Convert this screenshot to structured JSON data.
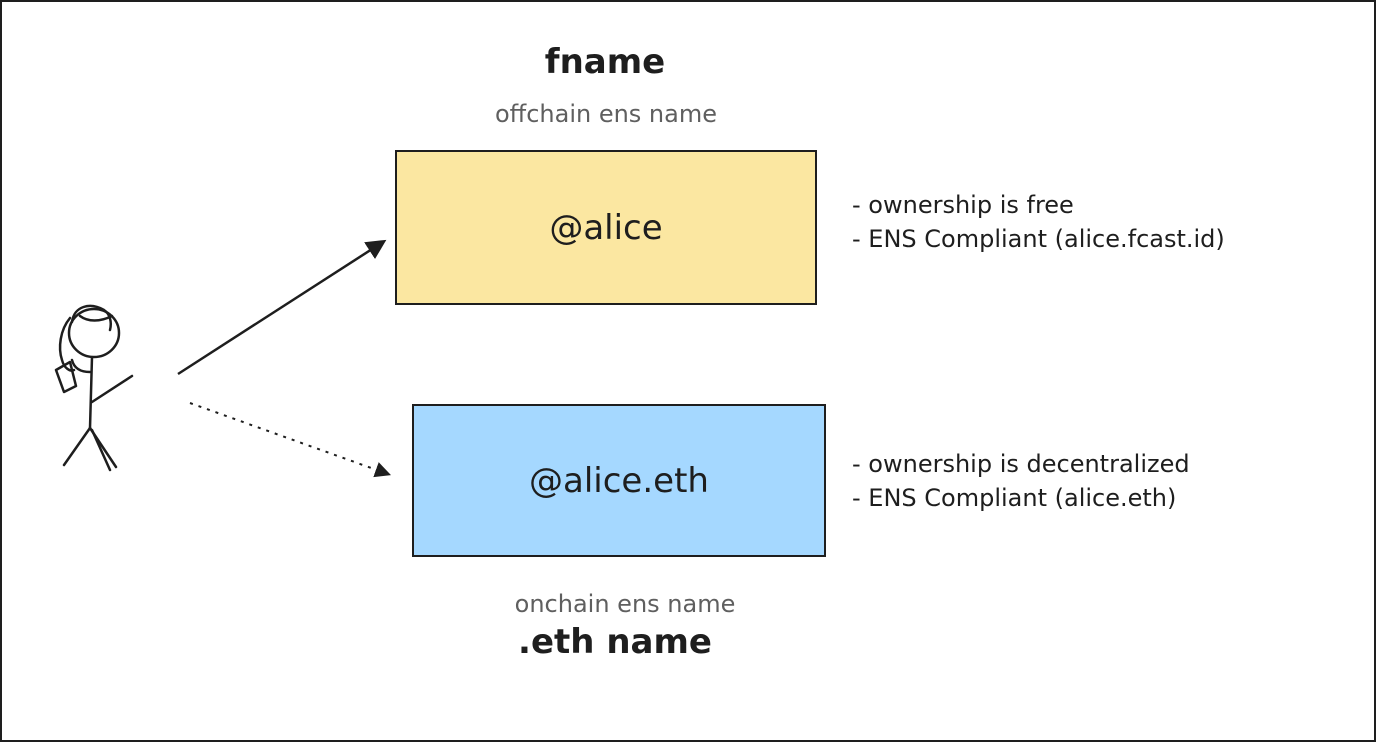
{
  "top_name": {
    "title": "fname",
    "subtitle": "offchain ens name",
    "box_label": "@alice",
    "box_color": "#fbe7a1",
    "notes": [
      "- ownership is free",
      "- ENS Compliant (alice.fcast.id)"
    ]
  },
  "bottom_name": {
    "title": ".eth name",
    "subtitle": "onchain ens name",
    "box_label": "@alice.eth",
    "box_color": "#a5d8ff",
    "notes": [
      "- ownership is decentralized",
      "- ENS Compliant (alice.eth)"
    ]
  },
  "colors": {
    "stroke": "#1e1e1e",
    "subtitle": "#5f5f5f"
  },
  "icons": {
    "user": "stick-figure-icon",
    "solid_arrow": "solid-arrow",
    "dotted_arrow": "dotted-arrow"
  }
}
